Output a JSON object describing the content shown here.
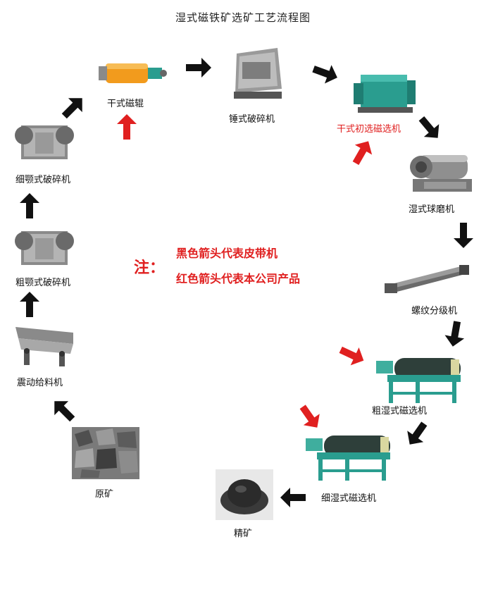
{
  "title": "湿式磁铁矿选矿工艺流程图",
  "colors": {
    "red": "#e02020",
    "black": "#111111",
    "green": "#2a9d8f",
    "orange": "#f29b1d"
  },
  "machines": {
    "dry_roller": "干式磁辊",
    "hammer_crusher": "锤式破碎机",
    "dry_separator": "干式初选磁选机",
    "ball_mill": "湿式球磨机",
    "spiral_classifier": "螺纹分级机",
    "rough_wet_separator": "粗湿式磁选机",
    "fine_wet_separator": "细湿式磁选机",
    "concentrate": "精矿",
    "raw_ore": "原矿",
    "vibrating_feeder": "震动给料机",
    "coarse_jaw_crusher": "粗颚式破碎机",
    "fine_jaw_crusher": "细颚式破碎机"
  },
  "note": {
    "title": "注：",
    "line1": "黑色箭头代表皮带机",
    "line2": "红色箭头代表本公司产品"
  }
}
